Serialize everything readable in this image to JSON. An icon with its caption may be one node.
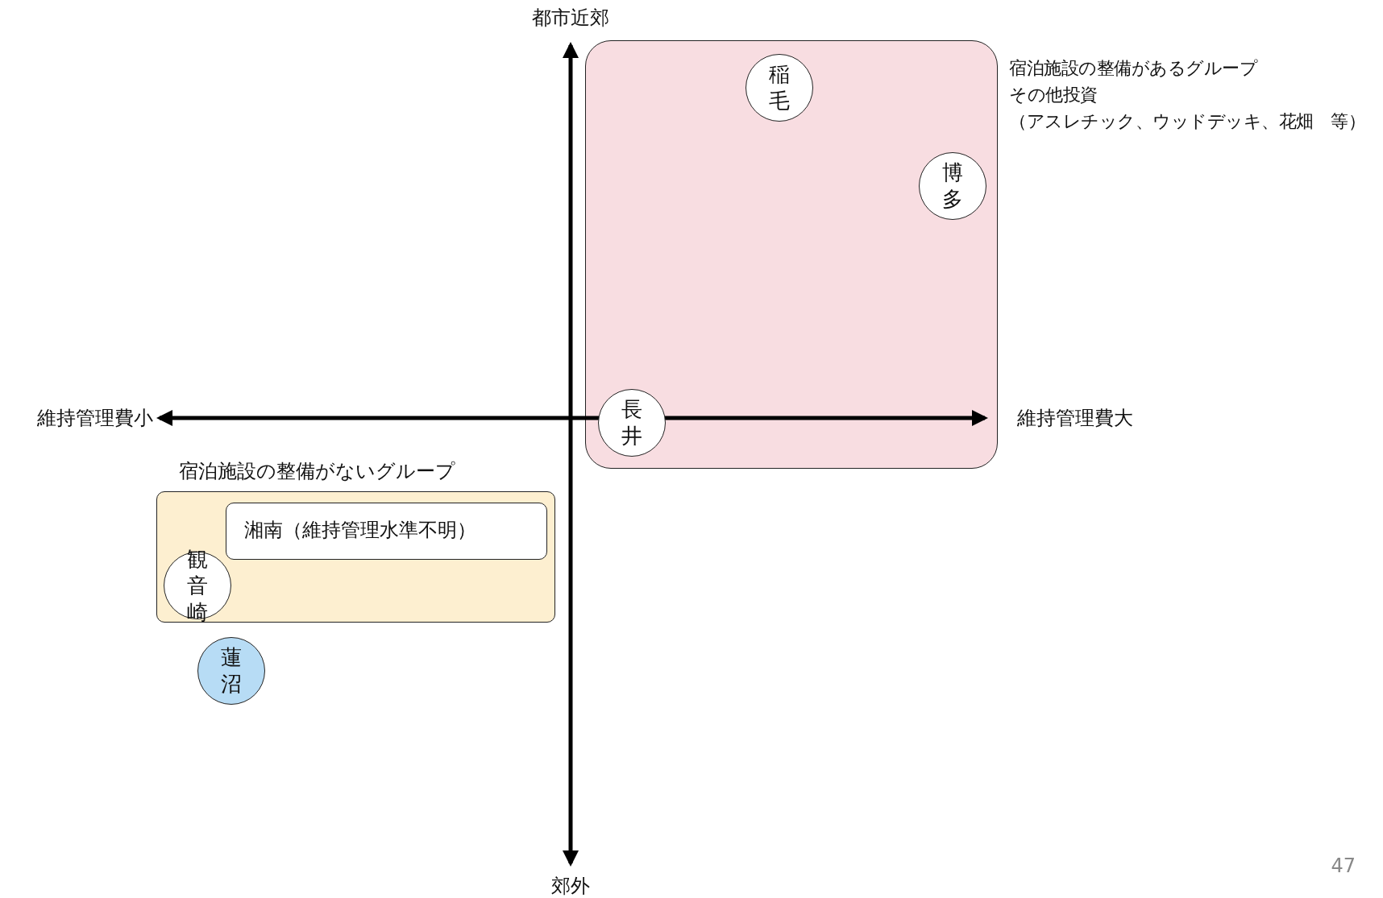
{
  "diagram": {
    "nodes": [
      {
        "text": [
          "宿泊施設の整備があるグループ",
          "その他投資",
          "（アスレチック、ウッドデッキ、花畑　等）"
        ]
      },
      {
        "text": [
          "稲毛"
        ],
        "in": 0
      },
      {
        "text": [
          "博多"
        ],
        "in": 0
      },
      {
        "text": [
          "長井"
        ],
        "in": 0
      },
      {
        "text": [
          "宿泊施設の整備がないグループ"
        ]
      },
      {
        "text": [
          "湘南（維持管理水準不明）"
        ],
        "in": 4
      },
      {
        "text": [
          "観音崎"
        ],
        "in": 4
      },
      {
        "text": [
          "蓮沼"
        ]
      }
    ],
    "edges": [],
    "labels": [
      "都市近郊",
      "維持管理費小",
      "維持管理費大",
      "郊外",
      "47"
    ]
  }
}
